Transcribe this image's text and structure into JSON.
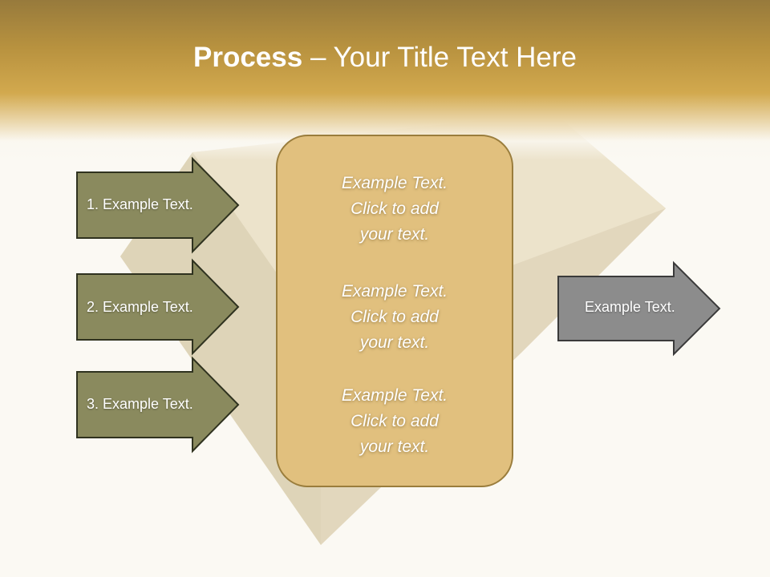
{
  "title": {
    "bold": "Process",
    "rest": " – Your Title Text Here"
  },
  "left_arrows": [
    {
      "label": "1. Example Text."
    },
    {
      "label": "2. Example Text."
    },
    {
      "label": "3. Example Text."
    }
  ],
  "center_blocks": [
    {
      "lines": [
        "Example Text.",
        "Click  to add",
        "your text."
      ]
    },
    {
      "lines": [
        "Example Text.",
        "Click  to add",
        "your text."
      ]
    },
    {
      "lines": [
        "Example Text.",
        "Click  to add",
        "your text."
      ]
    }
  ],
  "right_arrow": {
    "label": "Example Text."
  },
  "colors": {
    "header_gold": "#d2a94e",
    "left_arrow_fill": "#8a8a5e",
    "right_arrow_fill": "#8c8c8c",
    "panel_fill": "#e1c07e",
    "panel_border": "#9a7d3c"
  }
}
